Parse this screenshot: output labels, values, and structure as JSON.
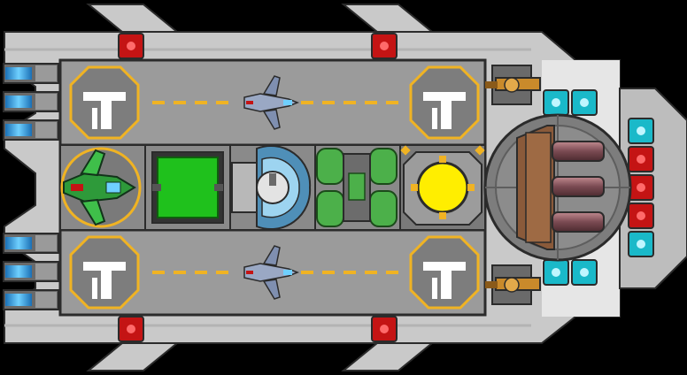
{
  "ship": {
    "hull_color": "#c9c9c9",
    "hull_shadow": "#a8a8a8",
    "outline_color": "#2b2b2b"
  },
  "hangars": [
    {
      "id": "top-hangar",
      "pad_glyph": "T",
      "runway_color": "#f0b323"
    },
    {
      "id": "bottom-hangar",
      "pad_glyph": "T",
      "runway_color": "#f0b323"
    }
  ],
  "systems": {
    "shield_core_color": "#ffee00",
    "oxygen_color": "#4cb04a",
    "medbay_color": "#1fc11c",
    "door_color": "#f0b323"
  },
  "node_colors": {
    "red": "#c41414",
    "cyan": "#1ab9c9"
  },
  "icons": [
    "fighter-drone-icon",
    "green-fighter-icon",
    "weapon-turret-icon",
    "engine-thruster-icon",
    "power-node-icon",
    "missile-launcher-icon"
  ]
}
